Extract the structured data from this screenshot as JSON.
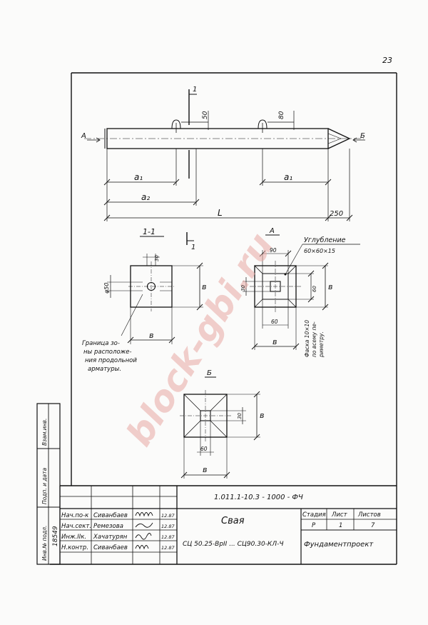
{
  "page_number": "23",
  "watermark": "block-gbi.ru",
  "drawing": {
    "label_A": "А",
    "label_B": "Б",
    "section_mark": "1",
    "section_title": "1-1",
    "view_A": "А",
    "view_B": "Б",
    "dim_50": "50",
    "dim_80": "80",
    "dim_a1": "a₁",
    "dim_a2": "a₂",
    "dim_L": "L",
    "dim_250": "250",
    "dim_phi50": "φ50",
    "dim_b": "в",
    "dim_30": "30",
    "dim_60": "60",
    "dim_90": "90",
    "recess_title": "Углубление",
    "recess_size": "60×60×15",
    "note_zone": [
      "Граница зо-",
      "ны расположе-",
      "ния продольной",
      "арматуры."
    ],
    "note_chamfer": [
      "Фаска 10×10",
      "по всему пе-",
      "риметру."
    ]
  },
  "side_stamp": {
    "col1": "Инв.№ подл.",
    "col1_value": "18549",
    "col2": "Подп. и дата",
    "col3": "Взам.инв."
  },
  "title_block": {
    "doc_code": "1.011.1-10.3 - 1000 - ФЧ",
    "rows": [
      {
        "role": "Нач.по-к",
        "name": "Сиванбаев",
        "date": "12.87"
      },
      {
        "role": "Нач.сект.",
        "name": "Ремезова",
        "date": "12.87"
      },
      {
        "role": "Инж.IIк.",
        "name": "Хачатурян",
        "date": "12.87"
      },
      {
        "role": "Н.контр.",
        "name": "Сиванбаев",
        "date": "12.87"
      }
    ],
    "title": "Свая",
    "subtitle": "СЦ 50.25-ВрII ... СЦ90.30-КЛ-Ч",
    "stage_label": "Стадия",
    "sheet_label": "Лист",
    "sheets_label": "Листов",
    "stage": "Р",
    "sheet": "1",
    "sheets": "7",
    "org": "Фундаментпроект"
  }
}
